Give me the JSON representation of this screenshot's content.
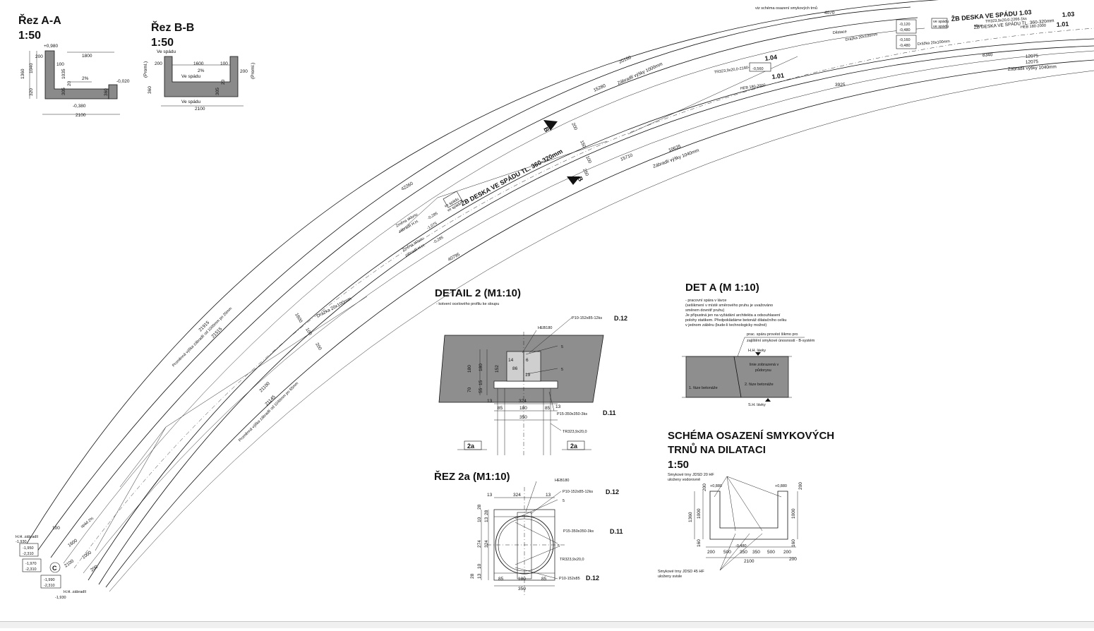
{
  "sections": {
    "aa": {
      "title": "Řez A-A",
      "scale": "1:50",
      "dims": [
        "+0,980",
        "1360",
        "1040",
        "200",
        "100",
        "1800",
        "2%",
        "-0,020",
        "1035",
        "20",
        "305",
        "320",
        "360",
        "-0,380",
        "2100"
      ]
    },
    "bb": {
      "title": "Řez B-B",
      "scale": "1:50",
      "dims": [
        "Ve spádu",
        "200",
        "1600",
        "100",
        "2%",
        "Ve spádu",
        "200",
        "(Proml.)",
        "360",
        "20",
        "305",
        "(Proml.)",
        "Ve spádu",
        "2100"
      ]
    }
  },
  "plan": {
    "deck_label_main": "ŽB DESKA VE SPÁDU TL. 360-320mm",
    "deck_label_top": "ŽB DESKA VE SPÁDU 1.03",
    "deck_label_top2": "ŽB DESKA VE SPÁDU TL. 360-320mm",
    "marker_b": "B",
    "marker_c": "C",
    "dims": [
      "20150",
      "15280",
      "15710",
      "10635",
      "12075",
      "12075",
      "8340",
      "4070",
      "3925",
      "42260",
      "40795",
      "21915",
      "21515",
      "21100",
      "21145",
      "2100",
      "1600",
      "1000",
      "200",
      "100",
      "200",
      "150",
      "100",
      "250",
      "1600",
      "100",
      "200"
    ],
    "notes": {
      "railing_top": "Zábradlí výšky 1000mm",
      "railing_bottom": "Zábradlí výšky 1040mm",
      "railing_right": "Zábradlí výšky 1040mm",
      "var_height_top": "Proměnná výška zábradlí od 1000mm po 20mm",
      "var_height_bottom": "Proměnná výška zábradlí od 1040mm po 65mm",
      "groove": "Drážka 20x100mm",
      "groove_top": "Drážka 20x100mm",
      "groove_right": "Drážka 20x100mm",
      "change_slope1": "Změna sklonu",
      "change_slope2": "Změna sklonu",
      "hh_rail1": "zábradlí H.H.",
      "hh_rail2": "zábradlí H.H.",
      "ve_spadu1": "ve spádu",
      "ve_spadu2": "ve spádu",
      "ve_spadu3": "ve spádu",
      "ve_spadu4": "ve spádu",
      "spad": "spád 2%",
      "shear_ref": "viz schéma osazení smykových trnů",
      "dilatace": "Dilatace",
      "profile1": "TR323,9x20,0-2180-1ks",
      "profile1_mark": "1.04",
      "profile2": "HEB 180-2000",
      "profile2_mark": "1.01",
      "profile3": "TR323,9x20,0-2266-1ks",
      "profile3_mark": "1.03",
      "profile4": "HEB 180-2000",
      "profile4_mark": "1.01",
      "siton": "síton"
    },
    "levels": {
      "l1": "-0,285",
      "l2": "-1,075",
      "l3": "-0,285",
      "l4": "-0,560",
      "r1": "-0,120",
      "r2": "-0,480",
      "r3": "-0,160",
      "r4": "-0,480",
      "hh_top_label": "H.H. zábradlí",
      "hh_top_val": "-1,930",
      "b1": "-1,950",
      "b2": "-2,310",
      "b3": "-1,970",
      "b4": "-2,310",
      "b5": "-1,990",
      "b6": "-2,310",
      "hh_bot_label": "H.H. zábradlí",
      "hh_bot_val": "-1,930"
    }
  },
  "detail2": {
    "title": "DETAIL 2 (M1:10)",
    "subtitle": "- kotvení ocelového profilu ke sloupu",
    "labels": {
      "heb": "HEB180",
      "p10": "P10-152x85-12ks",
      "d12": "D.12",
      "p15": "P15-350x350-3ks",
      "d11": "D.11",
      "tr": "TR323,9x20,0",
      "s5a": "5",
      "s5b": "5",
      "sect": "2a",
      "sect2": "2a"
    },
    "dims": [
      "180",
      "180",
      "152",
      "86",
      "55",
      "15",
      "70",
      "13",
      "324",
      "85",
      "180",
      "85",
      "13",
      "350",
      "6",
      "19",
      "14"
    ]
  },
  "rez2a": {
    "title": "ŘEZ 2a (M1:10)",
    "labels": {
      "heb": "HEB180",
      "p10": "P10-152x85-12ks",
      "d12": "D.12",
      "p15": "P15-350x350-3ks",
      "d11": "D.11",
      "tr": "TR323,9x20,0",
      "p10b": "P10-152x85",
      "d12b": "D.12",
      "s5a": "5",
      "s5b": "5"
    },
    "dims": [
      "13",
      "324",
      "13",
      "28",
      "10",
      "274",
      "324",
      "10",
      "28",
      "13",
      "85",
      "180",
      "85",
      "350",
      "28",
      "13"
    ]
  },
  "deta": {
    "title": "DET A (M 1:10)",
    "notes": [
      "- pracovní spára v lávce",
      "(sešikmení v místě směrového pruhu je uvažováno",
      "směrem dovnitř pruhu)",
      "Je přípustná jen na vyžádání architekta a odsouhlasení",
      "polohy statikem. Předpokládáme betonáž dilatačního celku",
      "v jednom záběru (bude-li technologicky možné)"
    ],
    "labels": {
      "spara": "prac. spáru provést šikmo pro",
      "spara2": "zajištění smykové únosnosti - B-systém",
      "hh": "H.H. lávky",
      "sh": "S.H. lávky",
      "linie": "linie zobrazená v",
      "linie2": "půdorysu",
      "faze1": "1. fáze betonáže",
      "faze2": "2. fáze betonáže"
    }
  },
  "schema": {
    "title1": "SCHÉMA OSAZENÍ SMYKOVÝCH",
    "title2": "TRNŮ NA DILATACI",
    "scale": "1:50",
    "labels": {
      "top1": "Smykové trny JDSD 20 HF",
      "top2": "uloženy vodorovně",
      "bot1": "Smykové trny JDSD 45 HF",
      "bot2": "uloženy svisle",
      "lvl1": "+0,880",
      "lvl2": "+0,880",
      "lvl3": "-0,480"
    },
    "dims": [
      "1360",
      "1000",
      "1000",
      "200",
      "200",
      "160",
      "160",
      "200",
      "500",
      "350",
      "350",
      "500",
      "200",
      "2100",
      "200"
    ]
  }
}
